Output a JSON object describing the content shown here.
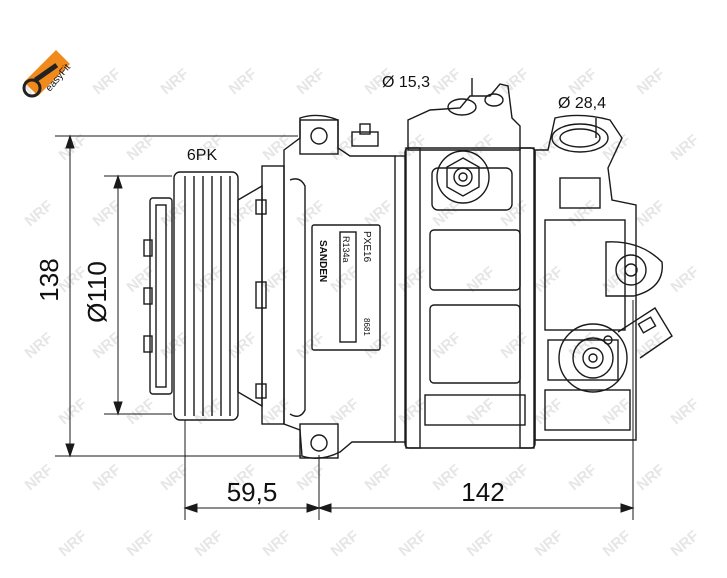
{
  "logo": {
    "text": "easyFit",
    "accent": "#f08a1c"
  },
  "watermark": {
    "text": "NRF",
    "color": "#e3e3e3"
  },
  "label": {
    "brand": "SANDEN",
    "model": "PXE16",
    "refrigerant": "R134a",
    "code": "8681"
  },
  "callouts": {
    "belt": "6PK",
    "suction_port": "Ø 15,3",
    "discharge_port": "Ø 28,4",
    "height": "138",
    "pulley_diameter": "Ø110",
    "pulley_offset": "59,5",
    "body_length": "142"
  },
  "colors": {
    "line": "#1a1a1a",
    "paper": "#ffffff"
  }
}
